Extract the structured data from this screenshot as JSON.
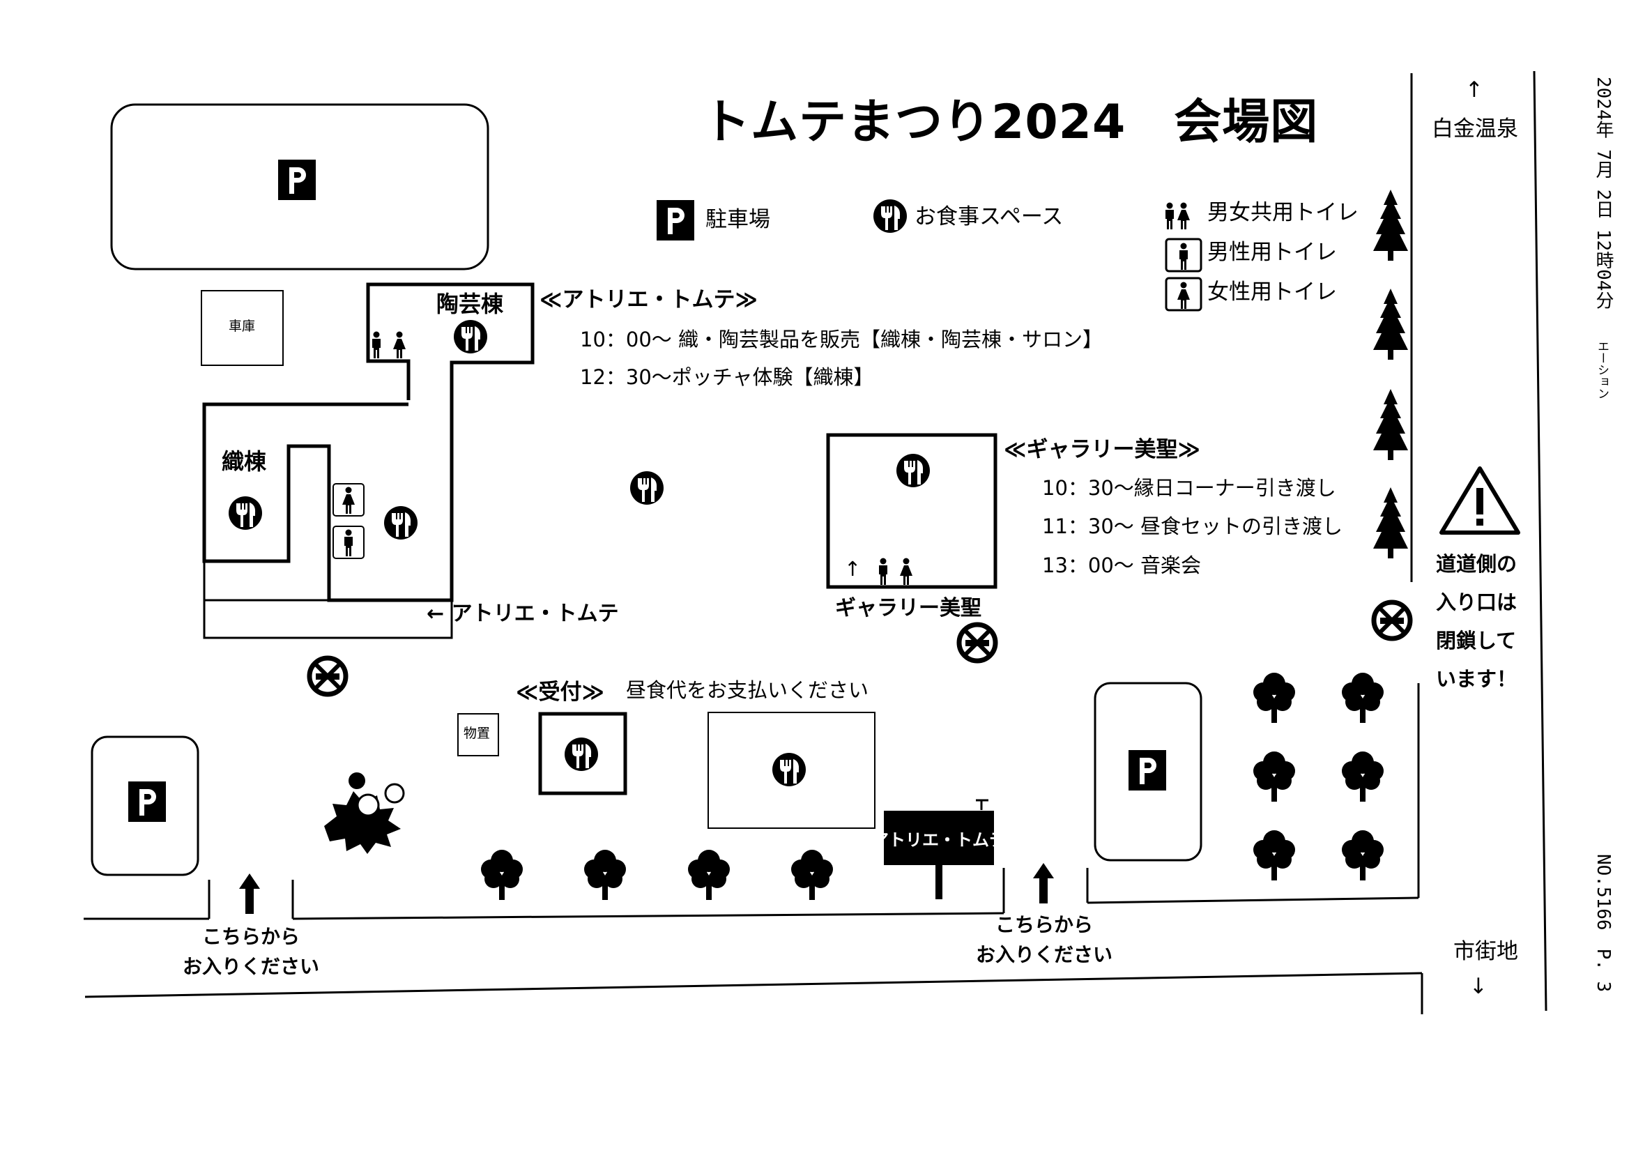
{
  "title": "トムテまつり2024　会場図",
  "legend": {
    "parking": "駐車場",
    "dining": "お食事スペース",
    "unisex_toilet": "男女共用トイレ",
    "mens_toilet": "男性用トイレ",
    "womens_toilet": "女性用トイレ"
  },
  "atelier_section": {
    "heading": "≪アトリエ・トムテ≫",
    "schedule": [
      "10：00～ 織・陶芸製品を販売【織棟・陶芸棟・サロン】",
      "12：30～ポッチャ体験【織棟】"
    ]
  },
  "gallery_section": {
    "heading": "≪ギャラリー美聖≫",
    "schedule": [
      "10：30～縁日コーナー引き渡し",
      "11：30～ 昼食セットの引き渡し",
      "13：00～ 音楽会"
    ]
  },
  "buildings": {
    "garage": "車庫",
    "pottery": "陶芸棟",
    "weaving": "織棟",
    "storage": "物置",
    "gallery": "ギャラリー美聖"
  },
  "directions": {
    "atelier": "← アトリエ・トムテ",
    "hot_spring_arrow": "↑",
    "hot_spring": "白金温泉",
    "city_arrow": "↓",
    "city": "市街地",
    "gallery_arrow": "↑"
  },
  "reception": {
    "heading": "≪受付≫",
    "note": "昼食代をお支払いください"
  },
  "sign_board": "アトリエ・トムテ",
  "entrance": {
    "line1": "こちらから",
    "line2": "お入りください"
  },
  "warning": {
    "lines": [
      "道道側の",
      "入り口は",
      "閉鎖して",
      "います！"
    ]
  },
  "fax_header": {
    "datetime": "2024年 7月 2日 12時04分",
    "sender": "エーション",
    "page": "NO.5166　P. 3"
  },
  "icons": {
    "parking": "parking-icon",
    "dining": "fork-knife-icon",
    "unisex_toilet": "unisex-toilet-icon",
    "mens_toilet": "man-toilet-icon",
    "womens_toilet": "woman-toilet-icon",
    "no_entry": "no-entry-icon",
    "tree": "tree-icon",
    "warning": "warning-triangle-icon"
  }
}
